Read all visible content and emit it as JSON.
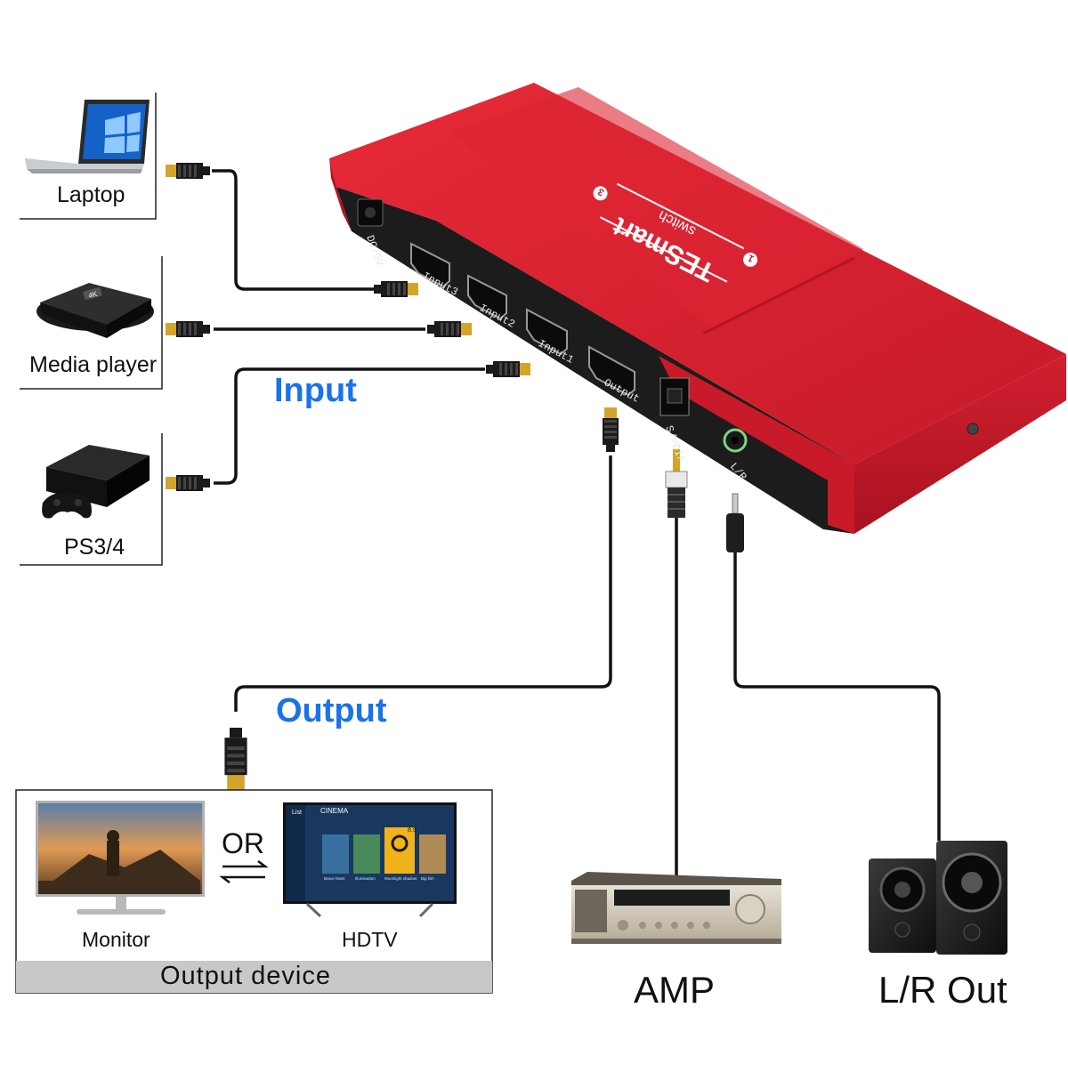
{
  "sources": [
    {
      "id": "laptop",
      "label": "Laptop"
    },
    {
      "id": "media-player",
      "label": "Media player"
    },
    {
      "id": "ps",
      "label": "PS3/4"
    }
  ],
  "labels": {
    "input": "Input",
    "output": "Output",
    "output_device": "Output device",
    "or": "OR",
    "monitor": "Monitor",
    "hdtv": "HDTV",
    "amp": "AMP",
    "lr_out": "L/R Out"
  },
  "device": {
    "brand": "TESmart",
    "model": "switch",
    "badge_left": "1",
    "badge_right": "3",
    "ports": [
      "DC/5V",
      "Input3",
      "Input2",
      "Input1",
      "Output",
      "S/PDIF",
      "L/R"
    ]
  },
  "media_player_badge": "4K",
  "hdtv_screen": {
    "back": "List",
    "heading": "CINEMA",
    "rating": "8.9",
    "titles": [
      "Brave heart",
      "Illumination",
      "Moonlight shadow",
      "Big fish"
    ]
  },
  "colors": {
    "accent_blue": "#1a73e8",
    "device_red": "#d8202f",
    "device_dark": "#1c1c1c",
    "cable": "#111111",
    "connector_gold": "#d4a42a",
    "output_banner": "#c8c8c8"
  }
}
